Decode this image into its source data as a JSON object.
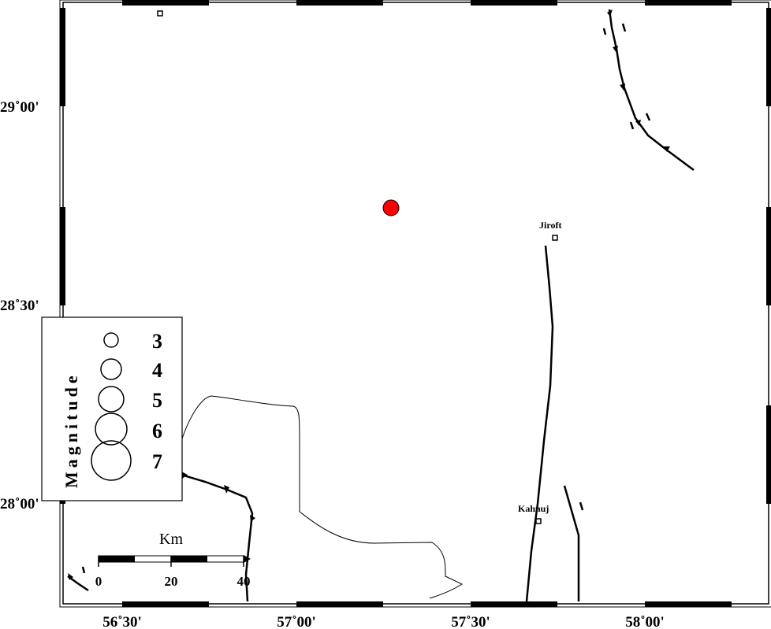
{
  "map": {
    "lon_ticks": [
      "56˚30'",
      "57˚00'",
      "57˚30'",
      "58˚00'"
    ],
    "lat_ticks": [
      "29˚00'",
      "28˚30'",
      "28˚00'"
    ],
    "cities": [
      {
        "name": "Jiroft"
      },
      {
        "name": "Kahnuj"
      }
    ],
    "unlabeled_city_marker": true,
    "epicenter": {
      "color": "#ff0000"
    }
  },
  "legend": {
    "title": "Magnitude",
    "magnitudes": [
      3,
      4,
      5,
      6,
      7
    ]
  },
  "scale_bar": {
    "unit": "Km",
    "labels": [
      "0",
      "20",
      "40"
    ]
  }
}
